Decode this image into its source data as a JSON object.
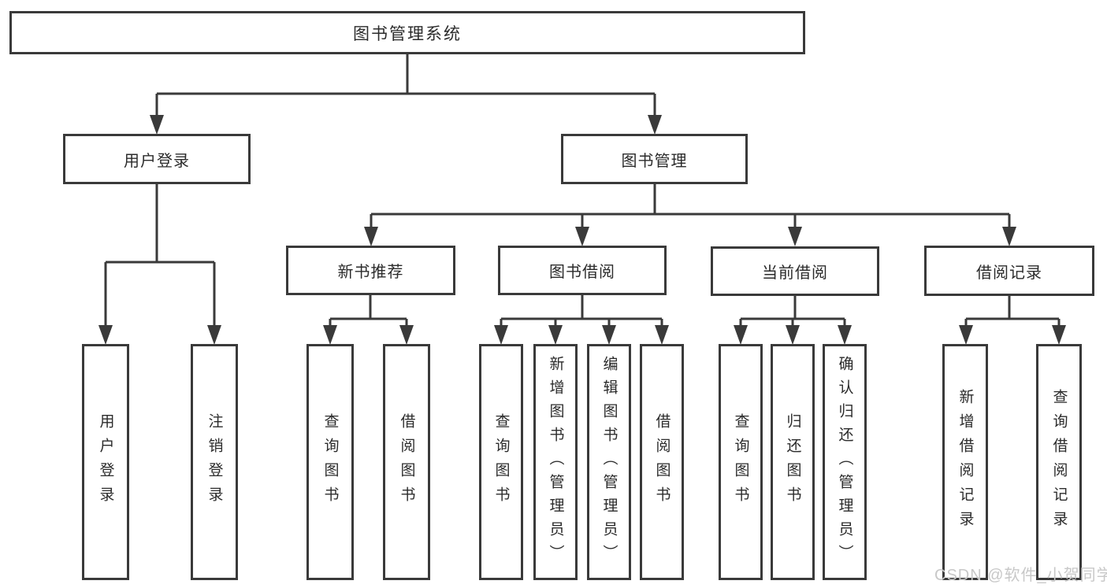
{
  "diagram": {
    "root": {
      "label": "图书管理系统",
      "children": [
        {
          "label": "用户登录",
          "children": [
            {
              "label": "用户登录"
            },
            {
              "label": "注销登录"
            }
          ]
        },
        {
          "label": "图书管理",
          "children": [
            {
              "label": "新书推荐",
              "children": [
                {
                  "label": "查询图书"
                },
                {
                  "label": "借阅图书"
                }
              ]
            },
            {
              "label": "图书借阅",
              "children": [
                {
                  "label": "查询图书"
                },
                {
                  "label": "新增图书（管理员）"
                },
                {
                  "label": "编辑图书（管理员）"
                },
                {
                  "label": "借阅图书"
                }
              ]
            },
            {
              "label": "当前借阅",
              "children": [
                {
                  "label": "查询图书"
                },
                {
                  "label": "归还图书"
                },
                {
                  "label": "确认归还（管理员）"
                }
              ]
            },
            {
              "label": "借阅记录",
              "children": [
                {
                  "label": "新增借阅记录"
                },
                {
                  "label": "查询借阅记录"
                }
              ]
            }
          ]
        }
      ]
    }
  },
  "colors": {
    "line": "#3a3a3a",
    "text": "#2b2b2b",
    "background": "#ffffff",
    "watermark": "#c8c8c8"
  },
  "watermark": {
    "text": "CSDN @软件_小贺同学"
  }
}
